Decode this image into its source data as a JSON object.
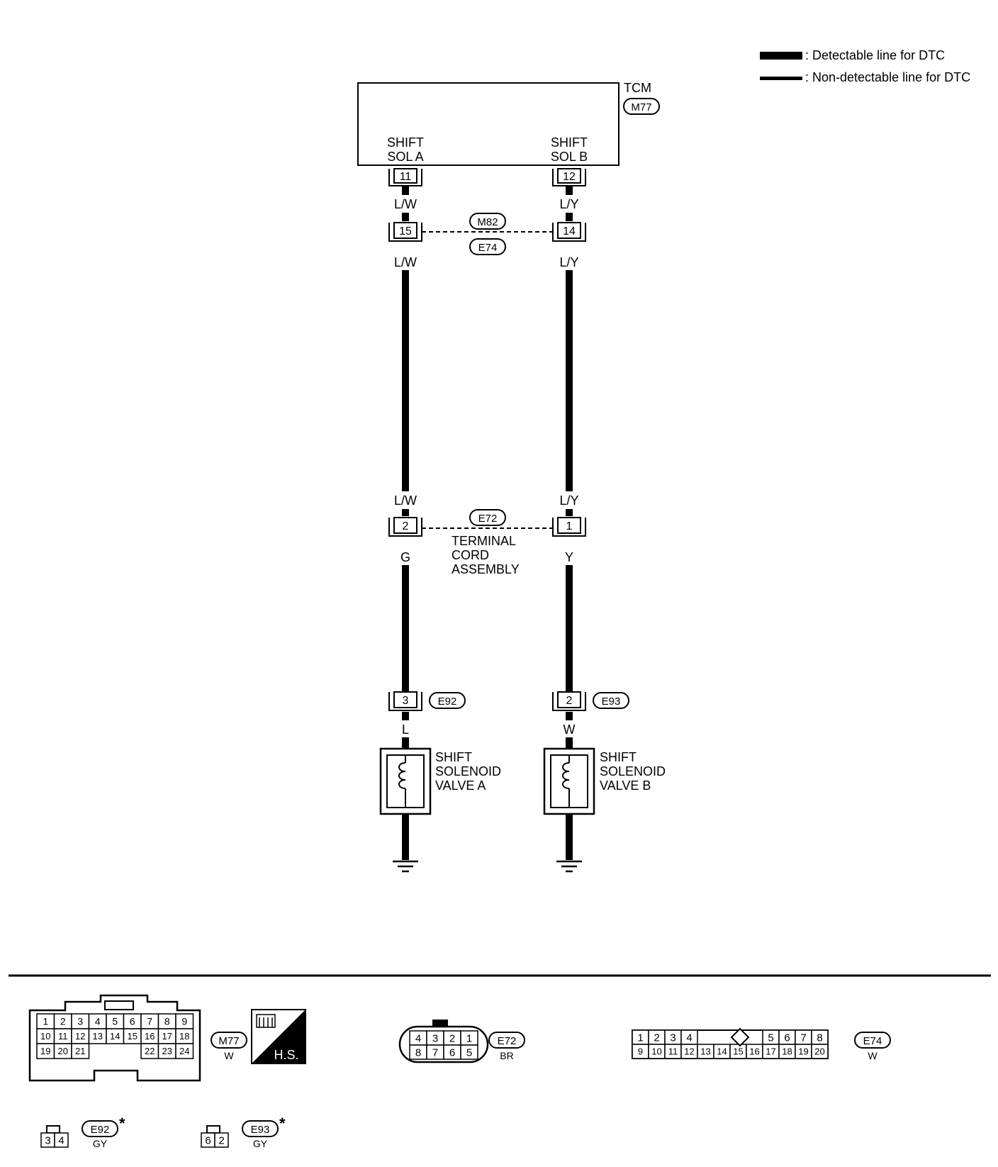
{
  "legend": {
    "detectable": ": Detectable line for DTC",
    "non_detectable": ": Non-detectable line for DTC"
  },
  "tcm": {
    "name": "TCM",
    "connector": "M77",
    "sol_a_line1": "SHIFT",
    "sol_a_line2": "SOL A",
    "sol_b_line1": "SHIFT",
    "sol_b_line2": "SOL B"
  },
  "circuit_a": {
    "tcm_pin": "11",
    "wire_tcm": "L/W",
    "joint_pin": "15",
    "wire_joint": "L/W",
    "e72_wire_in": "L/W",
    "e72_pin": "2",
    "wire_after_e72": "G",
    "sol_pin": "3",
    "sol_connector": "E92",
    "wire_sol": "L",
    "sol_line1": "SHIFT",
    "sol_line2": "SOLENOID",
    "sol_line3": "VALVE A"
  },
  "circuit_b": {
    "tcm_pin": "12",
    "wire_tcm": "L/Y",
    "joint_pin": "14",
    "wire_joint": "L/Y",
    "e72_wire_in": "L/Y",
    "e72_pin": "1",
    "wire_after_e72": "Y",
    "sol_pin": "2",
    "sol_connector": "E93",
    "wire_sol": "W",
    "sol_line1": "SHIFT",
    "sol_line2": "SOLENOID",
    "sol_line3": "VALVE B"
  },
  "joint": {
    "top": "M82",
    "bottom": "E74"
  },
  "e72": {
    "connector": "E72",
    "line1": "TERMINAL",
    "line2": "CORD",
    "line3": "ASSEMBLY"
  },
  "connectors": {
    "m77": {
      "id": "M77",
      "color": "W",
      "rows": [
        [
          "1",
          "2",
          "3",
          "4",
          "5",
          "6",
          "7",
          "8",
          "9"
        ],
        [
          "10",
          "11",
          "12",
          "13",
          "14",
          "15",
          "16",
          "17",
          "18"
        ],
        [
          "19",
          "20",
          "21",
          "22",
          "23",
          "24"
        ]
      ],
      "hs_label": "H.S."
    },
    "e72": {
      "id": "E72",
      "color": "BR",
      "top": [
        "4",
        "3",
        "2",
        "1"
      ],
      "bottom": [
        "8",
        "7",
        "6",
        "5"
      ]
    },
    "e74": {
      "id": "E74",
      "color": "W",
      "top_left": [
        "1",
        "2",
        "3",
        "4"
      ],
      "top_right": [
        "5",
        "6",
        "7",
        "8"
      ],
      "bottom": [
        "9",
        "10",
        "11",
        "12",
        "13",
        "14",
        "15",
        "16",
        "17",
        "18",
        "19",
        "20"
      ]
    },
    "e92": {
      "id": "E92",
      "color": "GY",
      "pins": [
        "3",
        "4"
      ],
      "mark": "*"
    },
    "e93": {
      "id": "E93",
      "color": "GY",
      "pins": [
        "6",
        "2"
      ],
      "mark": "*"
    }
  }
}
